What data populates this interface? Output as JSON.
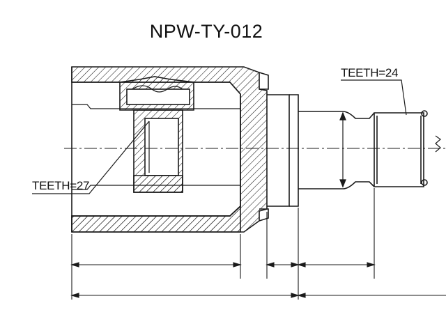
{
  "title": "NPW-TY-012",
  "labels": {
    "spline_teeth": "TEETH=24",
    "inner_teeth": "TEETH=27"
  },
  "colors": {
    "line": "#1a1a1a",
    "hatch": "#1a1a1a",
    "background": "#ffffff"
  }
}
